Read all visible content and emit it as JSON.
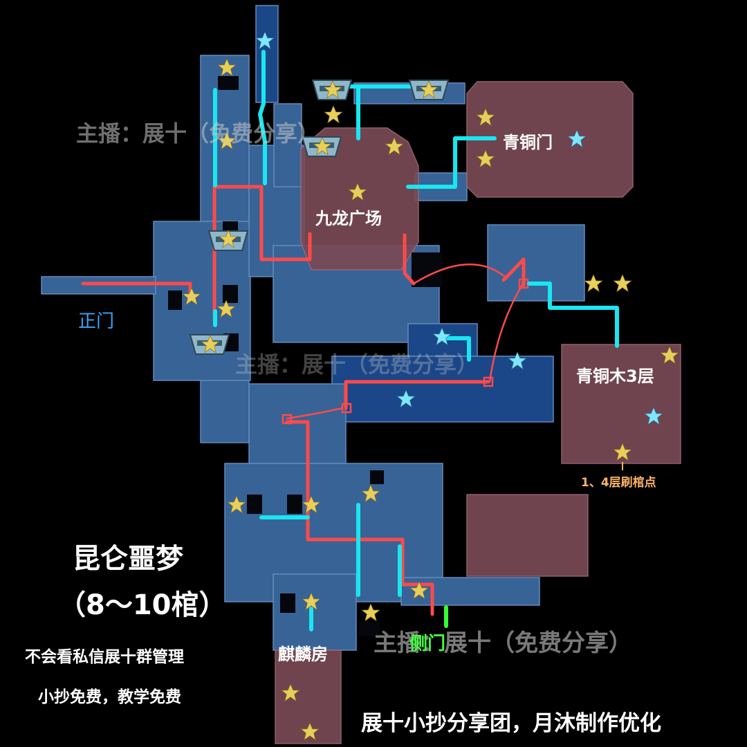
{
  "title": "昆仑噩梦",
  "subtitle": "（8～10棺）",
  "notes": [
    "不会看私信展十群管理",
    "小抄免费，教学免费"
  ],
  "credit": "展十小抄分享团，月沐制作优化",
  "watermarks": [
    "主播：展十（免费分享）",
    "主播：展十（免费分享）",
    "主播：展十（免费分享）"
  ],
  "locations": {
    "main_gate": "正门",
    "nine_dragon_plaza": "九龙广场",
    "bronze_gate": "青铜门",
    "bronze_tree_3f": "青铜木3层",
    "coffin_spawn_note": "1、4层刷棺点",
    "qilin_room": "麒麟房",
    "side_gate": "侧门"
  },
  "colors": {
    "background": "#000000",
    "room_blue": "#3f6ea8",
    "room_blue_dark": "#1f4f97",
    "room_red": "#7a4a55",
    "route_red": "#ff4a4a",
    "route_cyan": "#19e6f0",
    "route_green": "#33ff33",
    "star_gold": "#e8cf5a",
    "star_cyan": "#7fe6ff"
  },
  "icons": [
    "gold-star-icon",
    "cyan-star-icon",
    "bronze-cauldron-icon"
  ]
}
